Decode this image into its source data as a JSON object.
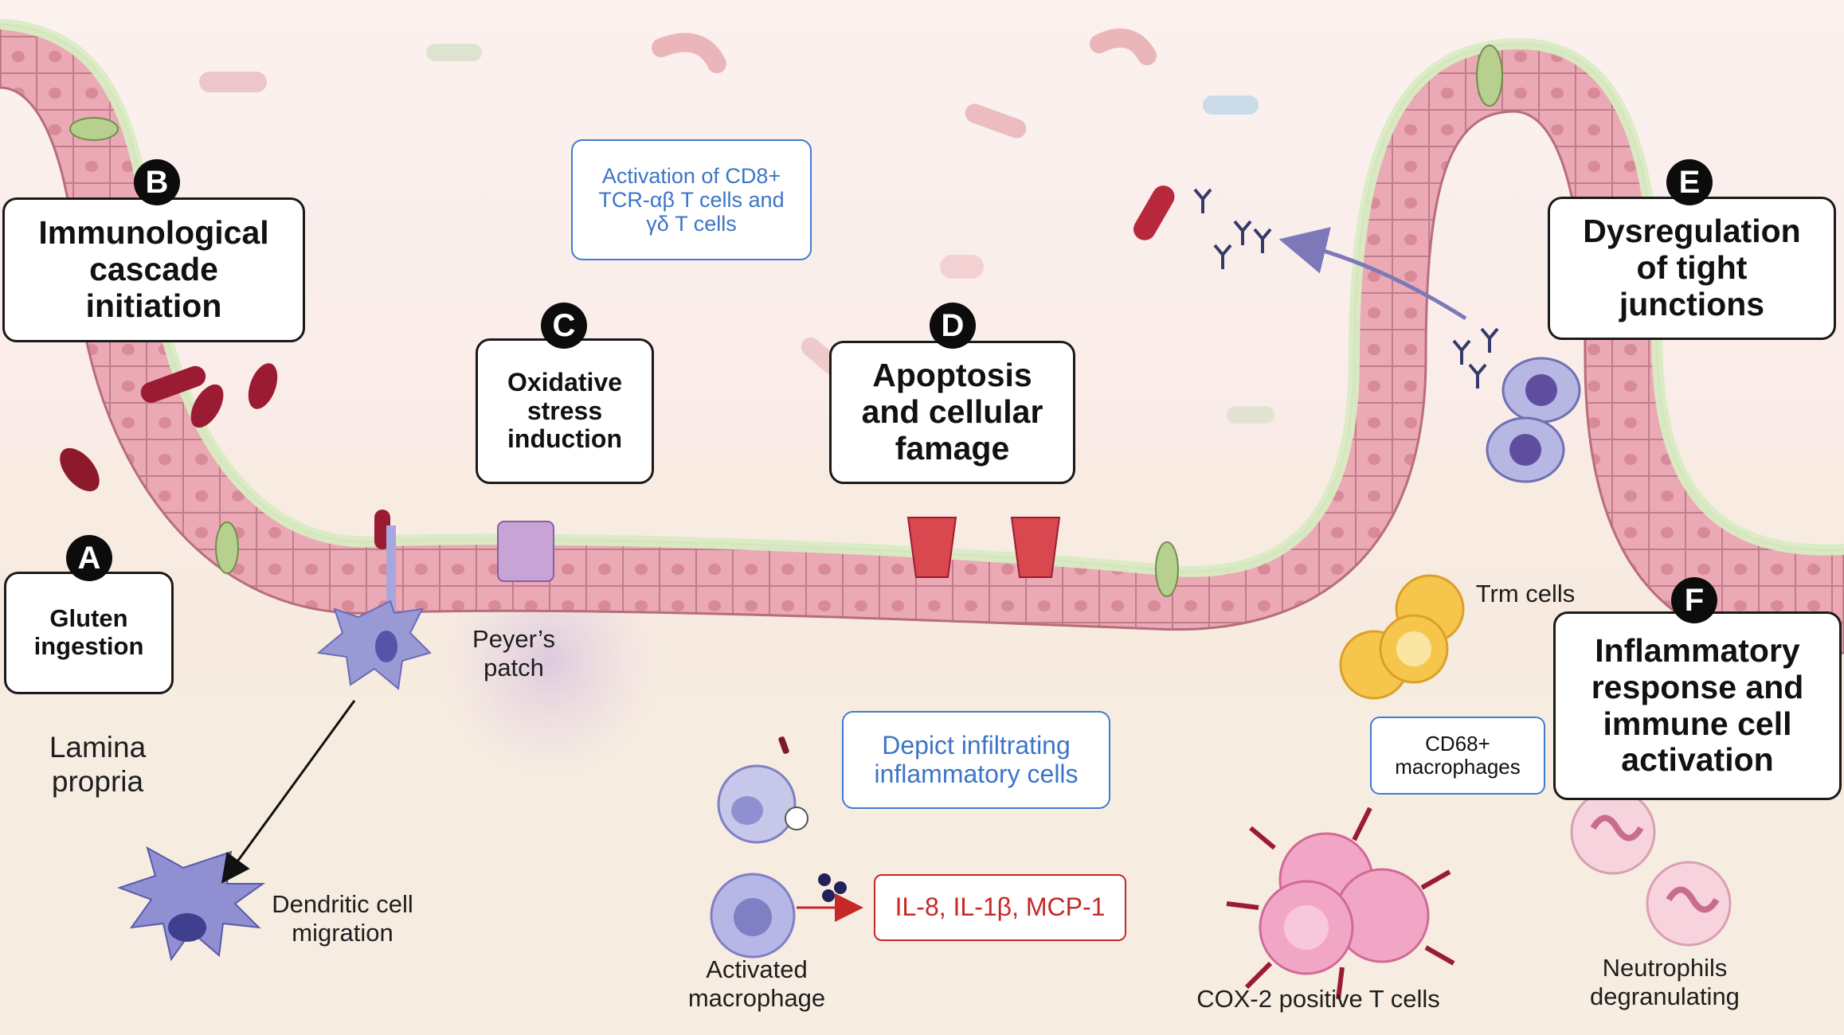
{
  "steps": [
    {
      "letter": "A",
      "title": "Gluten\ningestion"
    },
    {
      "letter": "B",
      "title": "Immunological\ncascade\ninitiation"
    },
    {
      "letter": "C",
      "title": "Oxidative\nstress\ninduction"
    },
    {
      "letter": "D",
      "title": "Apoptosis\nand cellular\nfamage"
    },
    {
      "letter": "E",
      "title": "Dysregulation\nof tight\njunctions"
    },
    {
      "letter": "F",
      "title": "Inflammatory\nresponse and\nimmune cell\nactivation"
    }
  ],
  "notes": {
    "activation": "Activation of CD8+\nTCR-αβ T cells and\nγδ T cells",
    "infiltrating": "Depict infiltrating\ninflammatory cells",
    "cytokines": "IL-8, IL-1β, MCP-1",
    "cd68": "CD68+\nmacrophages"
  },
  "labels": {
    "lamina_propria": "Lamina\npropria",
    "peyers_patch": "Peyer’s\npatch",
    "dendritic_migration": "Dendritic cell\nmigration",
    "activated_macrophage": "Activated\nmacrophage",
    "cox2": "COX-2 positive T cells",
    "trm": "Trm cells",
    "neutrophils": "Neutrophils\ndegranulating"
  },
  "colors": {
    "epithelium": "#eaa9b4",
    "epithelium_border": "#b86d7b",
    "mucus": "#d8ecc3",
    "bacteria": "#9b1c32",
    "immune_purple": "#8f8fd2",
    "note_blue": "#3d7cd1",
    "cytokine_red": "#c62828"
  }
}
